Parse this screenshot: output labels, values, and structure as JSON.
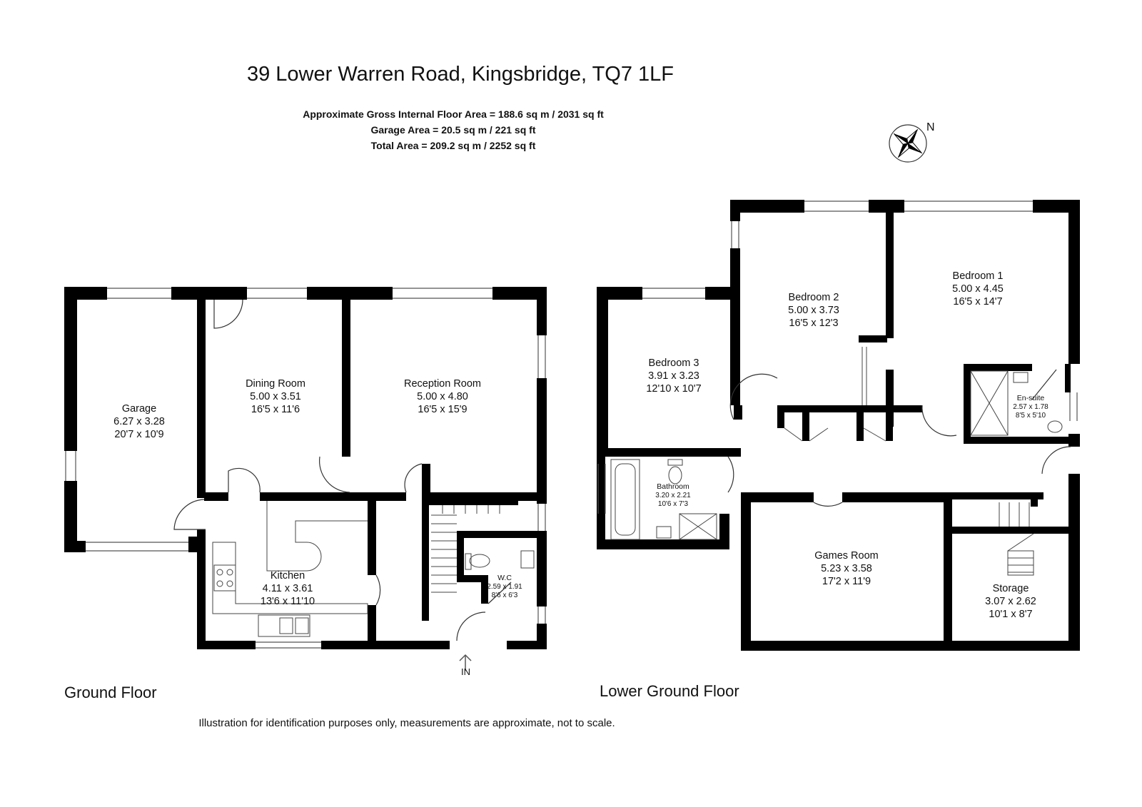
{
  "title": "39 Lower Warren Road, Kingsbridge, TQ7 1LF",
  "areas": {
    "gross_internal": "Approximate Gross Internal Floor Area = 188.6 sq m / 2031 sq ft",
    "garage": "Garage Area = 20.5 sq m / 221 sq ft",
    "total": "Total Area = 209.2 sq m / 2252 sq ft"
  },
  "compass": {
    "label": "N"
  },
  "entrance": {
    "label": "IN"
  },
  "floors": {
    "ground": {
      "label": "Ground Floor",
      "rooms": {
        "garage": {
          "name": "Garage",
          "metric": "6.27 x 3.28",
          "imperial": "20'7 x 10'9"
        },
        "dining": {
          "name": "Dining Room",
          "metric": "5.00 x 3.51",
          "imperial": "16'5 x 11'6"
        },
        "reception": {
          "name": "Reception Room",
          "metric": "5.00 x 4.80",
          "imperial": "16'5 x 15'9"
        },
        "kitchen": {
          "name": "Kitchen",
          "metric": "4.11 x 3.61",
          "imperial": "13'6 x 11'10"
        },
        "wc": {
          "name": "W.C",
          "metric": "2.59 x 1.91",
          "imperial": "8'6 x 6'3"
        }
      }
    },
    "lower": {
      "label": "Lower Ground Floor",
      "rooms": {
        "bedroom1": {
          "name": "Bedroom 1",
          "metric": "5.00 x 4.45",
          "imperial": "16'5 x 14'7"
        },
        "bedroom2": {
          "name": "Bedroom 2",
          "metric": "5.00 x 3.73",
          "imperial": "16'5 x 12'3"
        },
        "bedroom3": {
          "name": "Bedroom 3",
          "metric": "3.91 x 3.23",
          "imperial": "12'10 x 10'7"
        },
        "ensuite": {
          "name": "En-suite",
          "metric": "2.57 x 1.78",
          "imperial": "8'5 x 5'10"
        },
        "bathroom": {
          "name": "Bathroom",
          "metric": "3.20 x 2.21",
          "imperial": "10'6 x 7'3"
        },
        "games": {
          "name": "Games Room",
          "metric": "5.23 x 3.58",
          "imperial": "17'2 x 11'9"
        },
        "storage": {
          "name": "Storage",
          "metric": "3.07 x 2.62",
          "imperial": "10'1 x 8'7"
        }
      }
    }
  },
  "disclaimer": "Illustration for identification purposes only, measurements are approximate, not to scale."
}
